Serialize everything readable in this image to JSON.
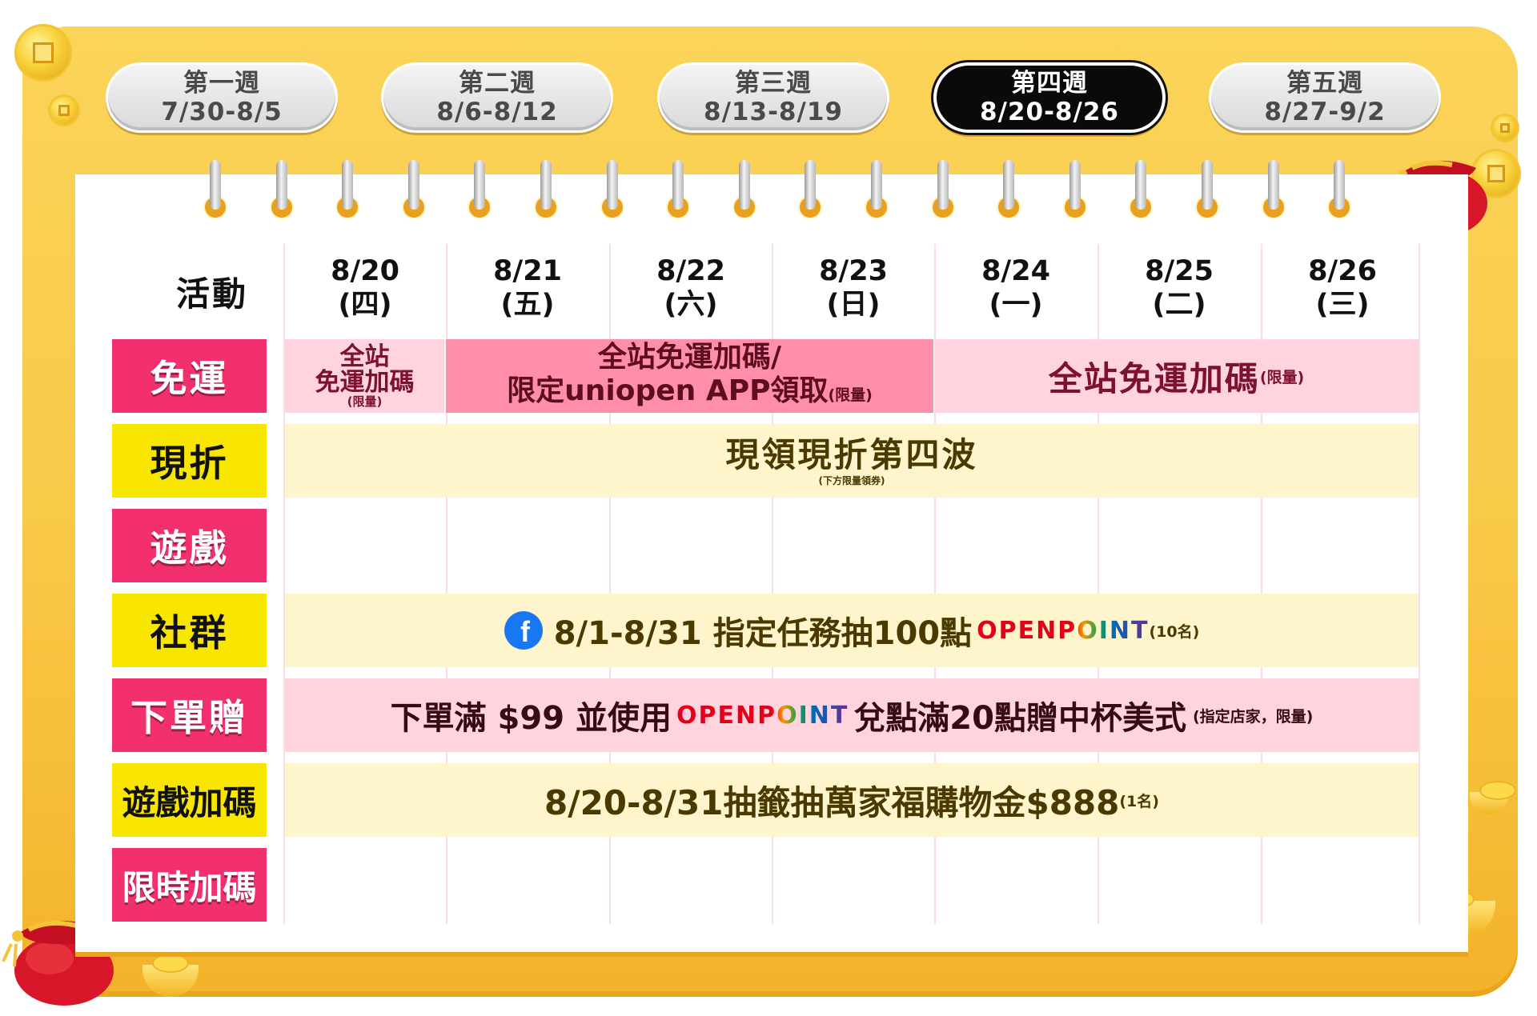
{
  "weeks": [
    {
      "name": "第一週",
      "range": "7/30-8/5",
      "active": false
    },
    {
      "name": "第二週",
      "range": "8/6-8/12",
      "active": false
    },
    {
      "name": "第三週",
      "range": "8/13-8/19",
      "active": false
    },
    {
      "name": "第四週",
      "range": "8/20-8/26",
      "active": true
    },
    {
      "name": "第五週",
      "range": "8/27-9/2",
      "active": false
    }
  ],
  "table": {
    "activity_header": "活動",
    "days": [
      {
        "date": "8/20",
        "weekday": "(四)"
      },
      {
        "date": "8/21",
        "weekday": "(五)"
      },
      {
        "date": "8/22",
        "weekday": "(六)"
      },
      {
        "date": "8/23",
        "weekday": "(日)"
      },
      {
        "date": "8/24",
        "weekday": "(一)"
      },
      {
        "date": "8/25",
        "weekday": "(二)"
      },
      {
        "date": "8/26",
        "weekday": "(三)"
      }
    ],
    "rows": [
      {
        "label": "免運"
      },
      {
        "label": "現折"
      },
      {
        "label": "遊戲"
      },
      {
        "label": "社群"
      },
      {
        "label": "下單贈"
      },
      {
        "label": "遊戲加碼"
      },
      {
        "label": "限時加碼"
      }
    ]
  },
  "events": {
    "shipping_a_line1": "全站",
    "shipping_a_line2": "免運加碼",
    "shipping_a_note": "(限量)",
    "shipping_b_line1": "全站免運加碼/",
    "shipping_b_line2": "限定uniopen APP領取",
    "shipping_b_note": "(限量)",
    "shipping_c_main": "全站免運加碼",
    "shipping_c_note": "(限量)",
    "discount_main": "現領現折第四波",
    "discount_note": "(下方限量領券)",
    "social_main": "8/1-8/31 指定任務抽100點",
    "social_note": "(10名)",
    "order_part1": "下單滿 $99 並使用",
    "order_part2": "兌點滿20點贈中杯美式",
    "order_note": "(指定店家，限量)",
    "game_bonus_main": "8/20-8/31抽籤抽萬家福購物金$888",
    "game_bonus_note": "(1名)"
  },
  "logos": {
    "openpoint_text": "OPENPOINT",
    "facebook_glyph": "f"
  },
  "colors": {
    "pink_label": "#f1306d",
    "yellow_label": "#f8e600",
    "frame": "#f9c846",
    "active_tab": "#0a0a0a"
  }
}
